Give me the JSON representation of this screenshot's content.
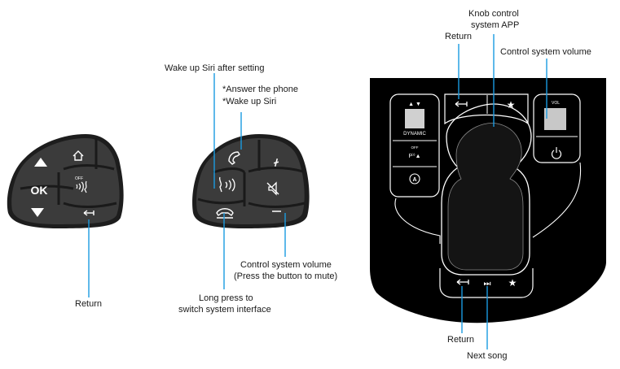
{
  "left_pad": {
    "ok_label": "OK",
    "voice_off_label": "OFF",
    "annotations": {
      "return": "Return"
    }
  },
  "middle_pad": {
    "annotations": {
      "wake_siri_after_setting": "Wake up Siri after setting",
      "answer_phone": "*Answer the phone",
      "wake_siri": "*Wake up Siri",
      "control_volume_line1": "Control system volume",
      "control_volume_line2": "(Press the button to mute)",
      "long_press_line1": "Long press to",
      "long_press_line2": "switch system interface"
    }
  },
  "touchpad": {
    "dynamic_label": "DYNAMIC",
    "park_off_label": "OFF",
    "vol_label": "VOL",
    "annotations": {
      "knob_line1": "Knob control",
      "knob_line2": "system APP",
      "return_top": "Return",
      "control_volume": "Control system volume",
      "return_bottom": "Return",
      "next_song": "Next song"
    }
  },
  "colors": {
    "accent": "#1a9be0",
    "pad_dark": "#3a3a3a",
    "pad_border": "#1e1e1e",
    "console_black": "#000000",
    "console_line": "#ffffff",
    "vol_knob": "#c8c8c8"
  }
}
